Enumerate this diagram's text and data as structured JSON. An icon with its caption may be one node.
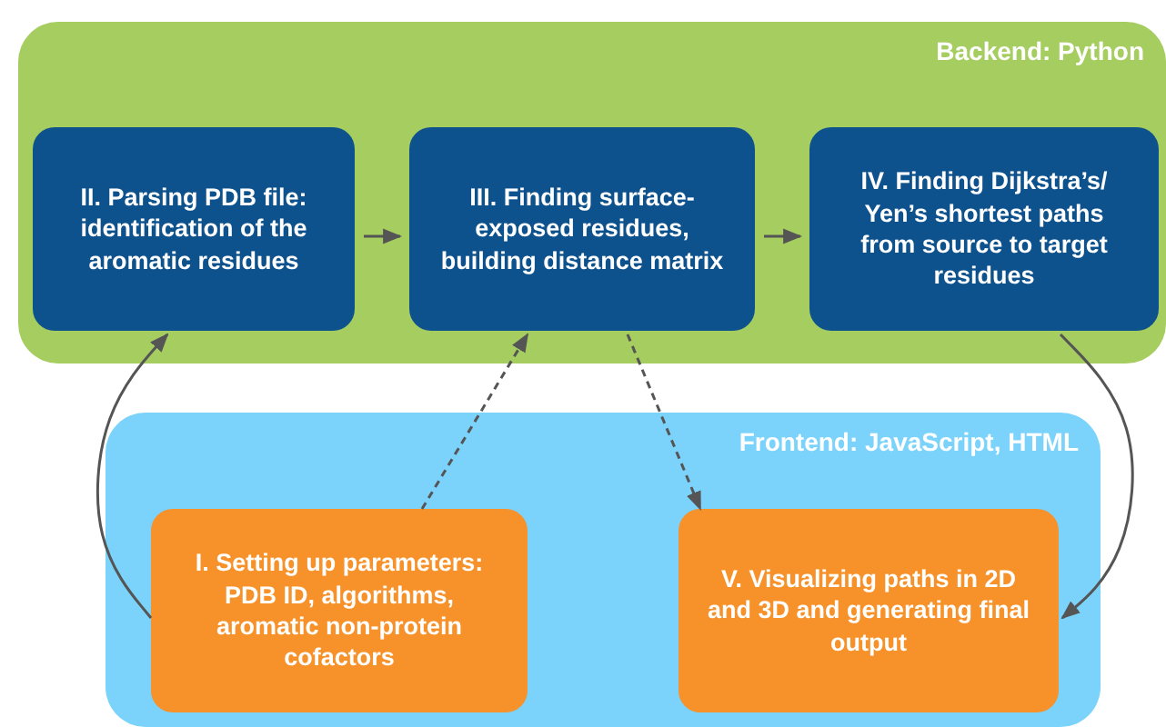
{
  "diagram": {
    "nodes": [
      {
        "text": [
          "Backend: Python"
        ]
      },
      {
        "text": [
          "II. Parsing PDB file: identification of the aromatic residues"
        ],
        "in": 0
      },
      {
        "text": [
          "III. Finding surface-exposed residues, building distance matrix"
        ],
        "in": 0
      },
      {
        "text": [
          "IV. Finding Dijkstra’s/ Yen’s shortest paths from source to target residues"
        ],
        "in": 0
      },
      {
        "text": [
          "Frontend: JavaScript, HTML"
        ]
      },
      {
        "text": [
          "I. Setting up parameters: PDB ID, algorithms, aromatic non-protein cofactors"
        ],
        "in": 4
      },
      {
        "text": [
          "V. Visualizing paths in 2D and 3D and generating final output"
        ],
        "in": 4
      }
    ],
    "edges": [
      {
        "from": 1,
        "to": 2,
        "arrow": "to"
      },
      {
        "from": 2,
        "to": 3,
        "arrow": "to"
      },
      {
        "from": 5,
        "to": 1,
        "arrow": "to"
      },
      {
        "from": 5,
        "to": 2,
        "arrow": "to",
        "style": "dashed"
      },
      {
        "from": 2,
        "to": 6,
        "arrow": "to",
        "style": "dashed"
      },
      {
        "from": 3,
        "to": 6,
        "arrow": "to"
      }
    ]
  }
}
